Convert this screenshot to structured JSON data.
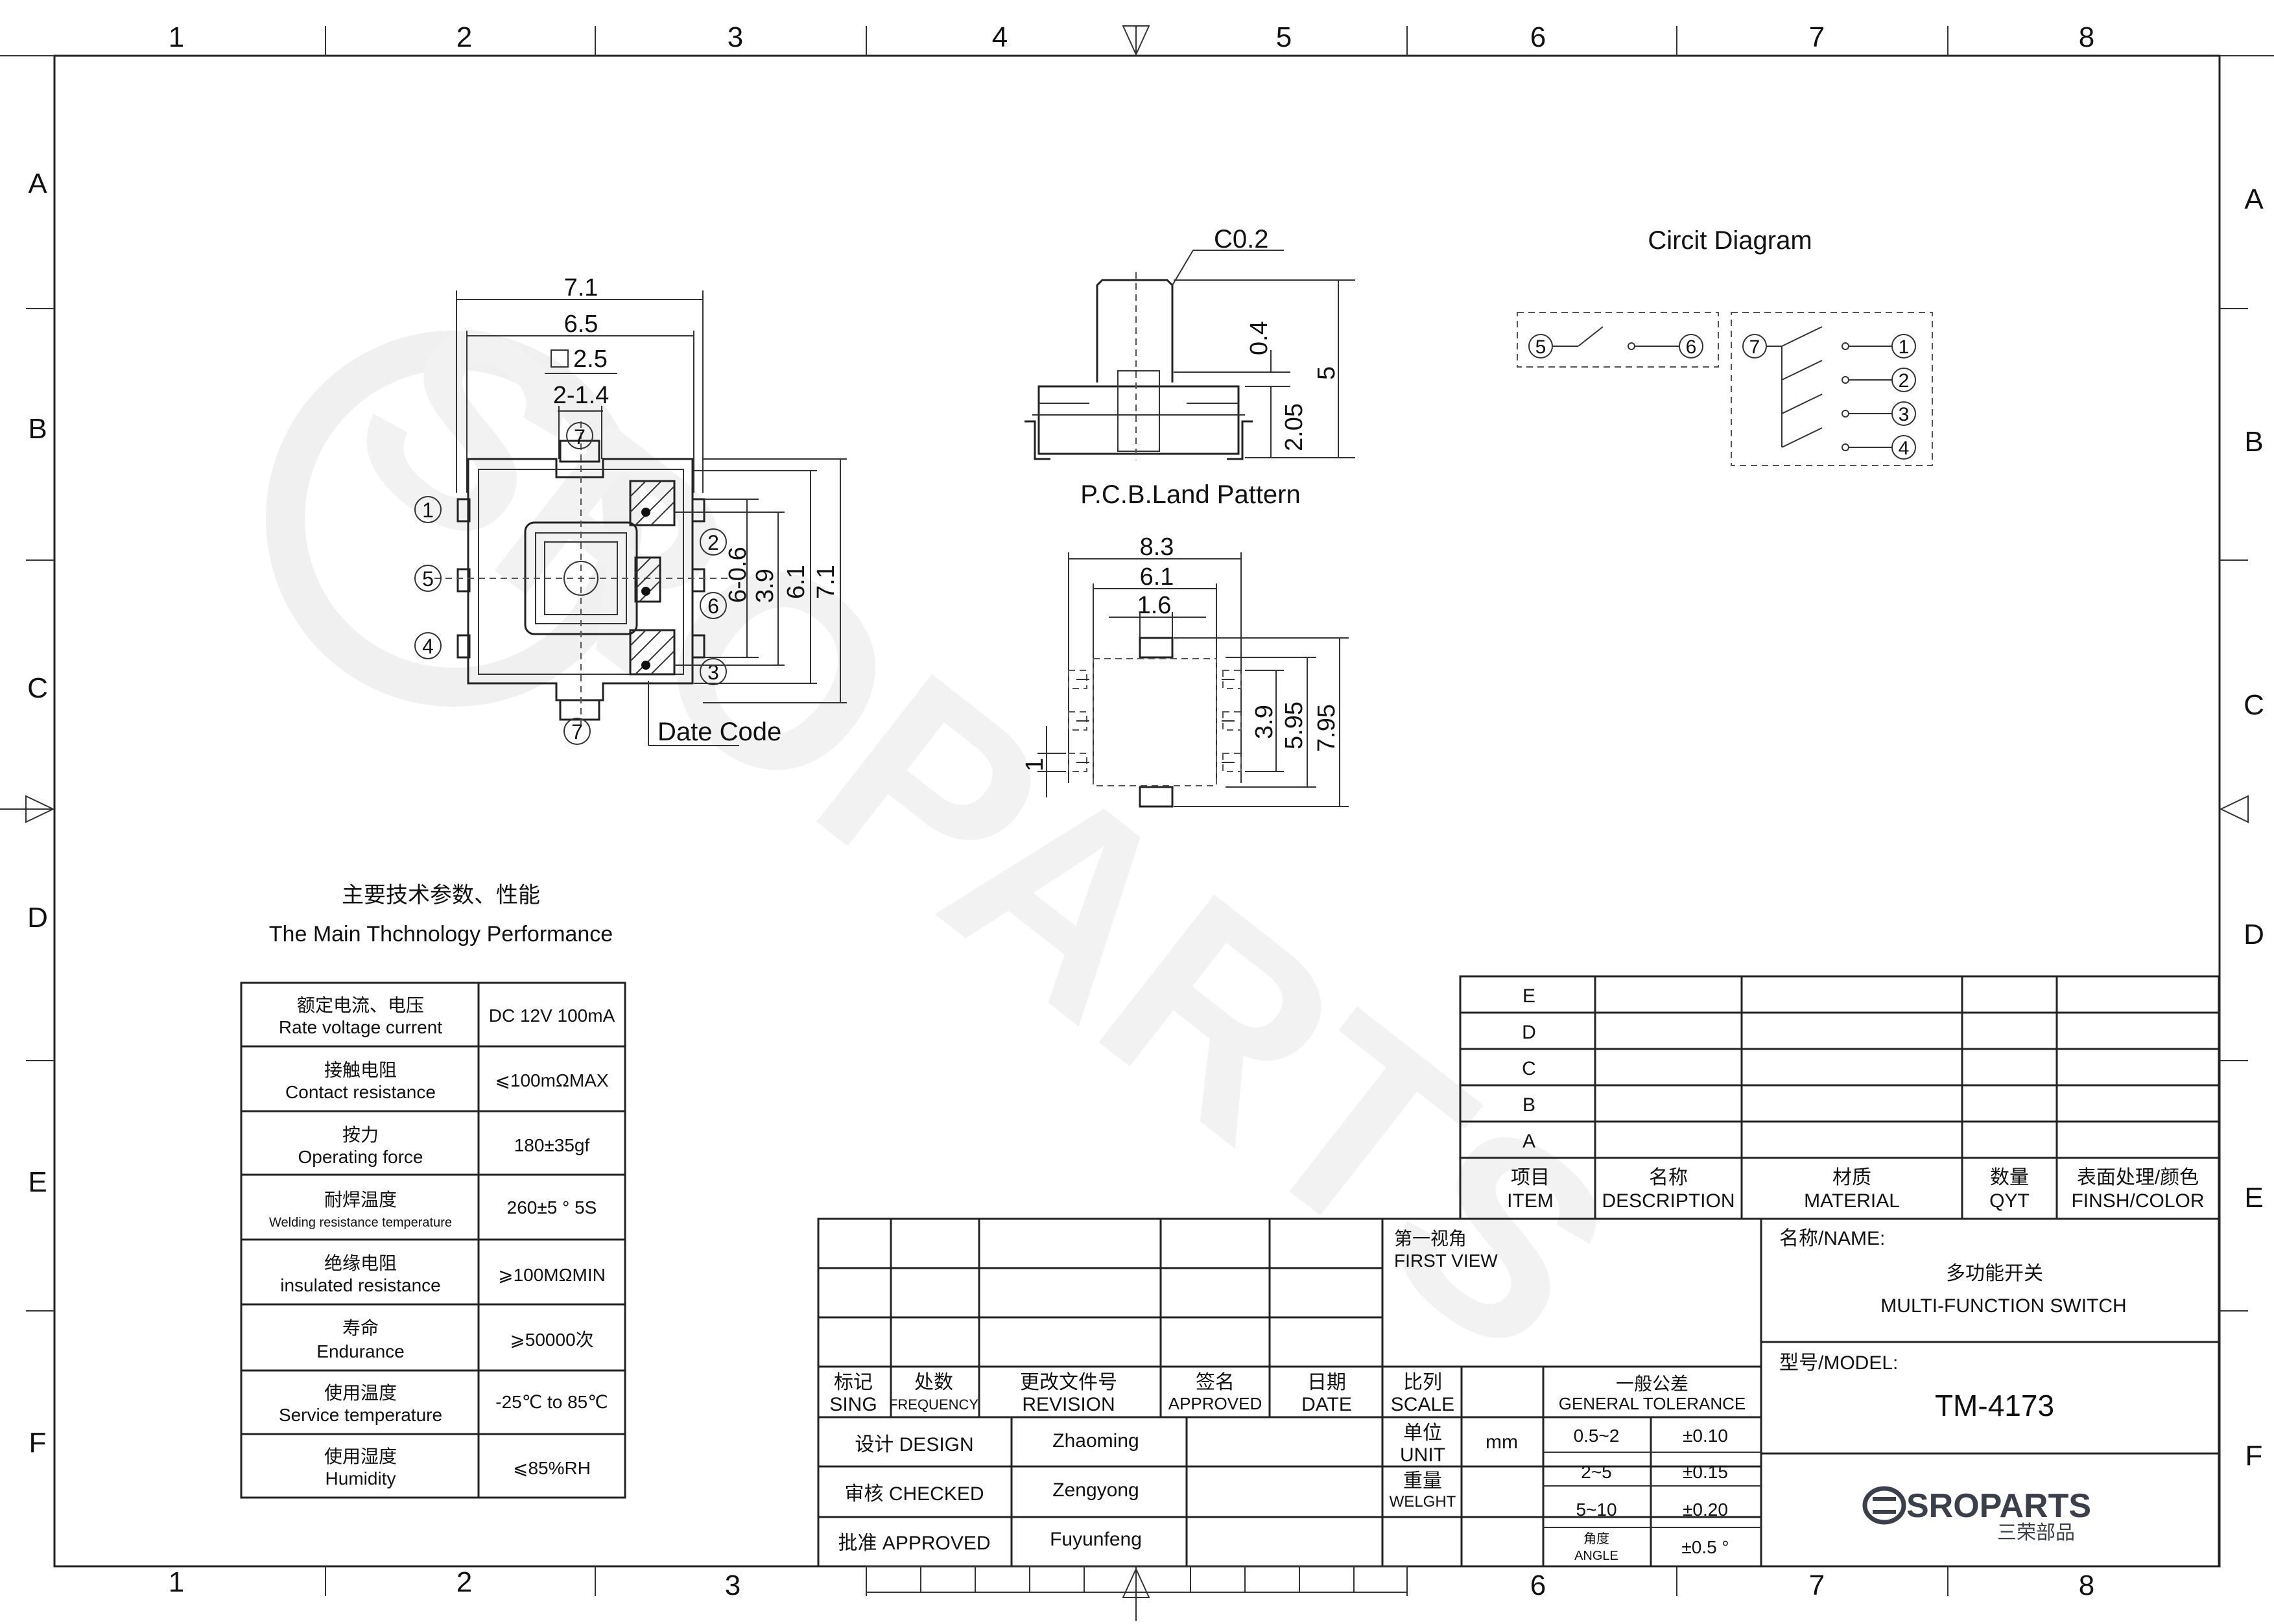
{
  "grid": {
    "columns": [
      "1",
      "2",
      "3",
      "4",
      "5",
      "6",
      "7",
      "8"
    ],
    "rows": [
      "A",
      "B",
      "C",
      "D",
      "E",
      "F"
    ]
  },
  "watermark": "SROPARTS",
  "top_view": {
    "dims": {
      "overall": "7.1",
      "inner": "6.5",
      "square": "2.5",
      "pads": "2-1.4",
      "pitch": "6-0.6",
      "pitch_v": "3.9",
      "h_inner": "6.1",
      "h_outer": "7.1"
    },
    "pins": [
      "7",
      "1",
      "5",
      "4",
      "2",
      "6",
      "3",
      "7"
    ],
    "date_code": "Date Code"
  },
  "side_view": {
    "chamfer": "C0.2",
    "dims": [
      "0.4",
      "5",
      "2.05"
    ]
  },
  "land_pattern": {
    "title": "P.C.B.Land Pattern",
    "dims": {
      "w_outer": "8.3",
      "w_mid": "6.1",
      "w_pad": "1.6",
      "h_pitch": "3.9",
      "h_mid": "5.95",
      "h_outer": "7.95",
      "pad": "1"
    }
  },
  "circuit": {
    "title": "Circit Diagram",
    "left_pins": [
      "5",
      "6"
    ],
    "right_pins": [
      "7",
      "1",
      "2",
      "3",
      "4"
    ]
  },
  "specs": {
    "title_cn": "主要技术参数、性能",
    "title_en": "The Main Thchnology Performance",
    "rows": [
      {
        "cn": "额定电流、电压",
        "en": "Rate voltage current",
        "value": "DC 12V 100mA"
      },
      {
        "cn": "接触电阻",
        "en": "Contact resistance",
        "value": "⩽100mΩMAX"
      },
      {
        "cn": "按力",
        "en": "Operating  force",
        "value": "180±35gf"
      },
      {
        "cn": "耐焊温度",
        "en": "Welding resistance temperature",
        "value": "260±5 ° 5S"
      },
      {
        "cn": "绝缘电阻",
        "en": "insulated resistance",
        "value": "⩾100MΩMIN"
      },
      {
        "cn": "寿命",
        "en": "Endurance",
        "value": "⩾50000次"
      },
      {
        "cn": "使用温度",
        "en": "Service temperature",
        "value": "-25℃ to 85℃"
      },
      {
        "cn": "使用湿度",
        "en": "Humidity",
        "value": "⩽85%RH"
      }
    ]
  },
  "bom": {
    "rows": [
      "E",
      "D",
      "C",
      "B",
      "A"
    ],
    "headers": [
      {
        "cn": "项目",
        "en": "ITEM"
      },
      {
        "cn": "名称",
        "en": "DESCRIPTION"
      },
      {
        "cn": "材质",
        "en": "MATERIAL"
      },
      {
        "cn": "数量",
        "en": "QYT"
      },
      {
        "cn": "表面处理/颜色",
        "en": "FINSH/COLOR"
      }
    ]
  },
  "revision": {
    "headers": [
      {
        "cn": "标记",
        "en": "SING"
      },
      {
        "cn": "处数",
        "en": "FREQUENCY"
      },
      {
        "cn": "更改文件号",
        "en": "REVISION"
      },
      {
        "cn": "签名",
        "en": "APPROVED"
      },
      {
        "cn": "日期",
        "en": "DATE"
      }
    ],
    "people": [
      {
        "role": "设计 DESIGN",
        "name": "Zhaoming"
      },
      {
        "role": "审核 CHECKED",
        "name": "Zengyong"
      },
      {
        "role": "批准 APPROVED",
        "name": "Fuyunfeng"
      }
    ]
  },
  "view": {
    "cn": "第一视角",
    "en": "FIRST VIEW"
  },
  "scale": {
    "cn": "比列",
    "en": "SCALE"
  },
  "unit": {
    "cn": "单位",
    "en": "UNIT",
    "value": "mm"
  },
  "weight": {
    "cn": "重量",
    "en": "WELGHT"
  },
  "tolerance": {
    "cn": "一般公差",
    "en": "GENERAL TOLERANCE",
    "rows": [
      {
        "range": "0.5~2",
        "tol": "±0.10"
      },
      {
        "range": "2~5",
        "tol": "±0.15"
      },
      {
        "range": "5~10",
        "tol": "±0.20"
      },
      {
        "range_cn": "角度",
        "range_en": "ANGLE",
        "tol": "±0.5 °"
      }
    ]
  },
  "title_block": {
    "name_label": "名称/NAME:",
    "name_cn": "多功能开关",
    "name_en": "MULTI-FUNCTION SWITCH",
    "model_label": "型号/MODEL:",
    "model": "TM-4173",
    "logo_text": "SROPARTS",
    "logo_cn": "三荣部品"
  }
}
